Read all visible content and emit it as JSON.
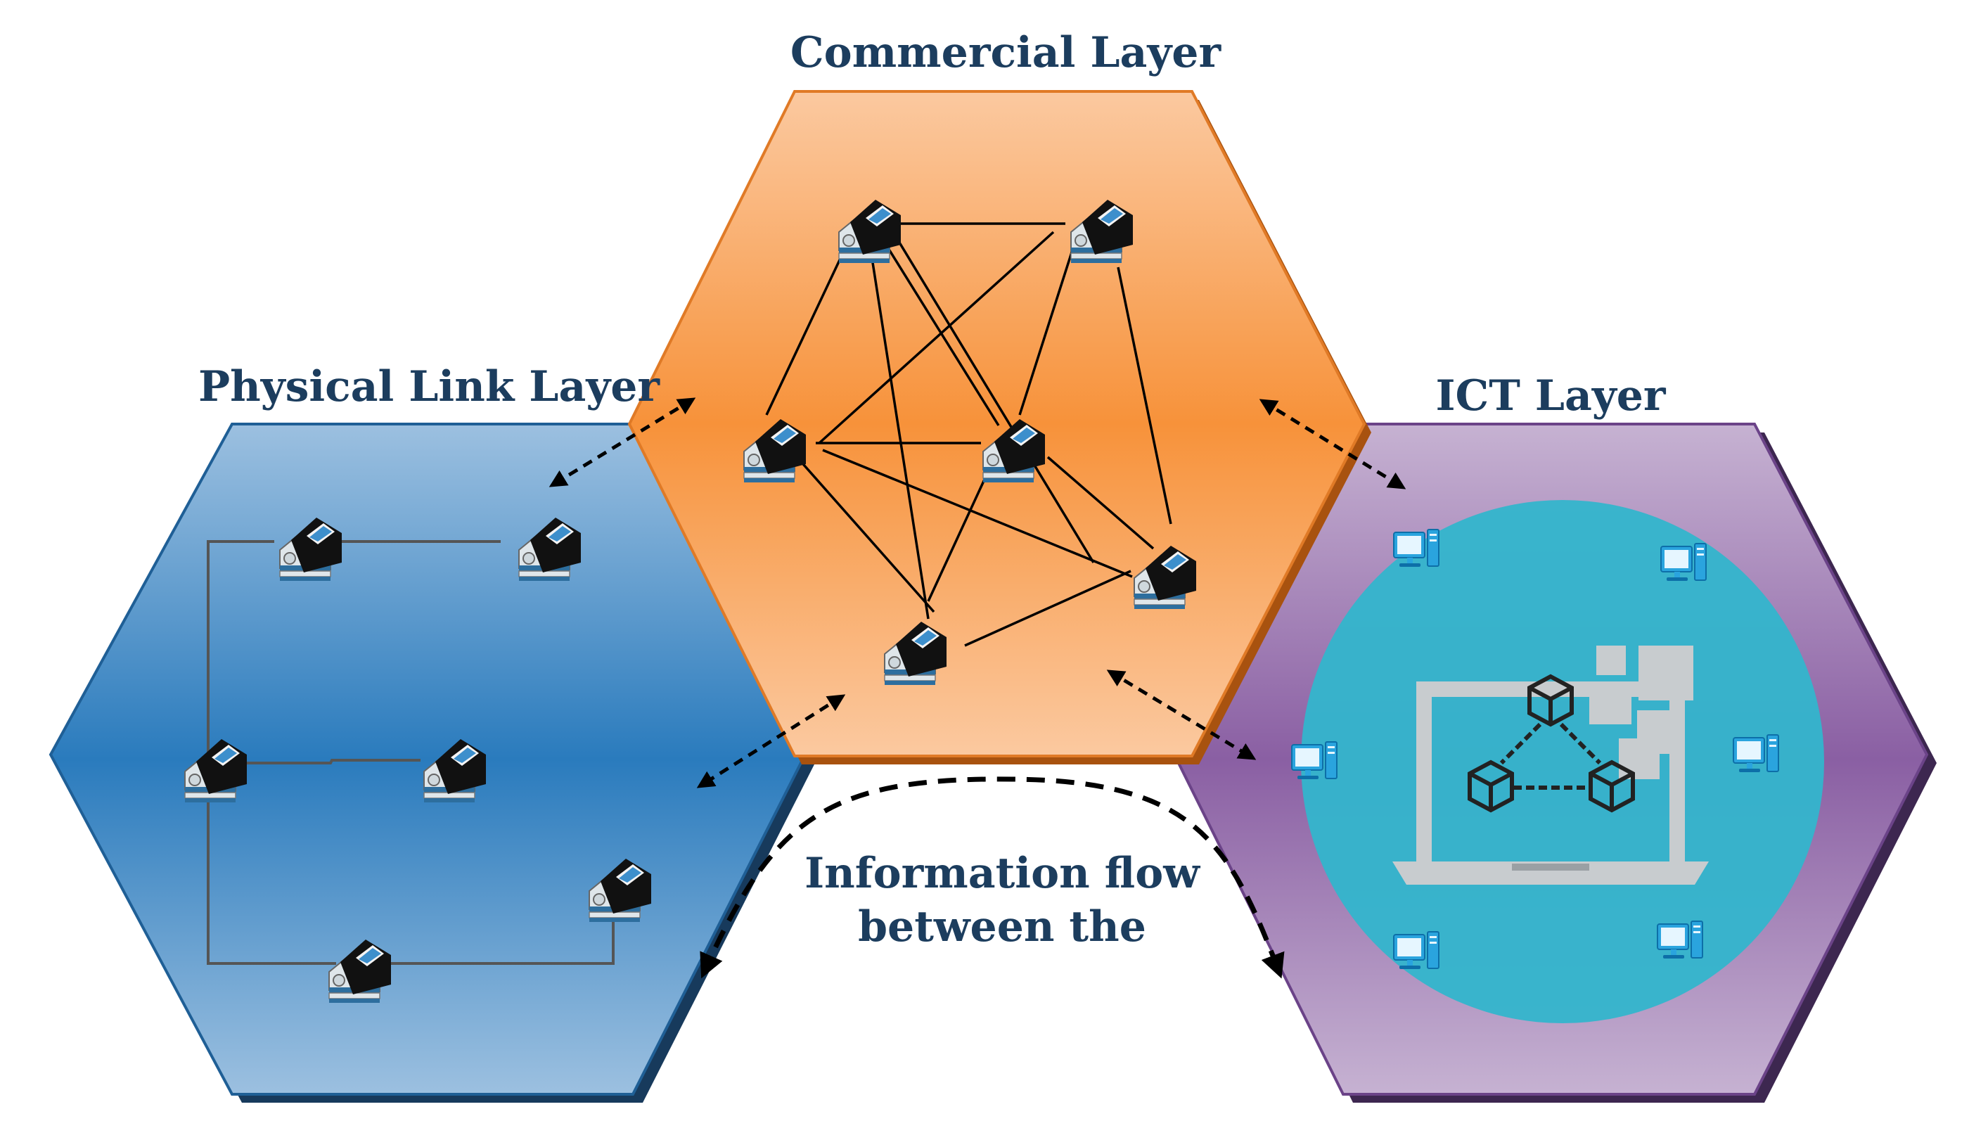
{
  "layers": {
    "physical": {
      "title": "Physical Link Layer",
      "color": "#2b7dc0"
    },
    "commercial": {
      "title": "Commercial Layer",
      "color": "#f7923a"
    },
    "ict": {
      "title": "ICT Layer",
      "color": "#8e64a6"
    }
  },
  "flow_label": {
    "line1": "Information flow",
    "line2": "between the"
  },
  "icons": {
    "node": "house-meter-icon",
    "computer": "computer-icon",
    "hub": "laptop-blockchain-icon"
  },
  "colors": {
    "title_text": "#1c3d5e",
    "circle": "#33b5cc",
    "link_line": "#000000"
  }
}
